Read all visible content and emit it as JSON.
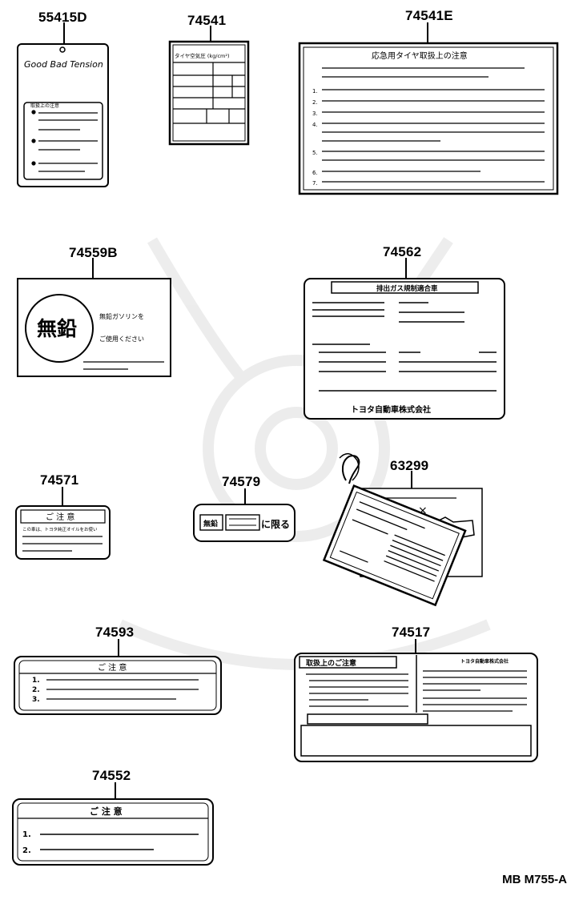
{
  "parts": {
    "p55415D": "55415D",
    "p74541": "74541",
    "p74541E": "74541E",
    "p74559B": "74559B",
    "p74562": "74562",
    "p74571": "74571",
    "p74579": "74579",
    "p63299": "63299",
    "p74593": "74593",
    "p74517": "74517",
    "p74552": "74552"
  },
  "labels": {
    "tag_script": "Good Bad Tension",
    "tag_header": "取扱上の注意",
    "tire_pressure_title": "タイヤ空気圧 (kg/cm²)",
    "spare_tire_title": "応急用タイヤ取扱上の注意",
    "list_numbers": [
      "1.",
      "2.",
      "3.",
      "4.",
      "5.",
      "6.",
      "7."
    ],
    "unleaded_kanji": "無鉛",
    "unleaded_line1": "無鉛ガソリンを",
    "unleaded_line2": "ご使用ください",
    "emission_title": "排出ガス規制適合車",
    "emission_maker": "トヨタ自動車株式会社",
    "caution": "ご 注 意",
    "caution_sub": "この車は、トヨタ純正オイルをお使い",
    "fuel_pump_small": "無鉛",
    "fuel_pump_text": "に限る",
    "x_mark": "×",
    "handling_title": "取扱上のご注意",
    "handling_maker": "トヨタ自動車株式会社",
    "list3": [
      "1.",
      "2.",
      "3."
    ],
    "list2": [
      "1.",
      "2."
    ]
  },
  "footer": "MB M755-A"
}
